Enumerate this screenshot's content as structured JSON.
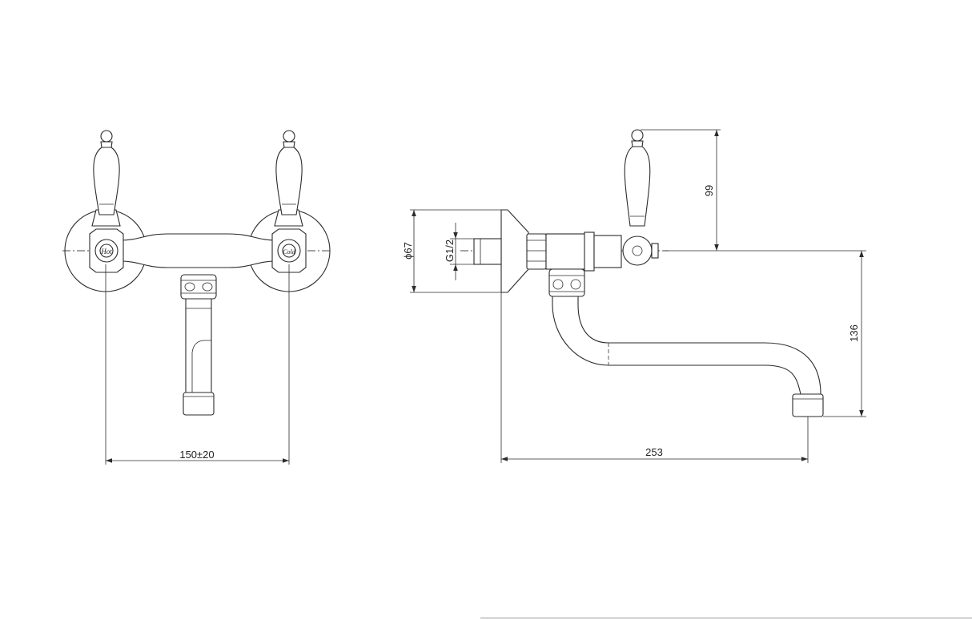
{
  "dimensions": {
    "spacing": "150±20",
    "depth": "253",
    "flange_diameter": "ϕ67",
    "thread": "G1/2",
    "handle_height": "99",
    "spout_drop": "136"
  },
  "handle_markings": {
    "left": "Hot",
    "right": "Cold"
  }
}
